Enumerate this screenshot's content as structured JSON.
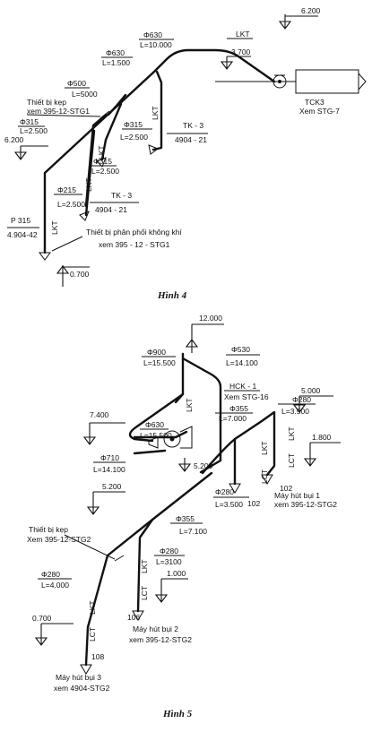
{
  "figure4": {
    "caption": "Hình 4",
    "elevations": {
      "top": "6.200",
      "tank": "3.700",
      "left": "6.200",
      "bottom": "0.700"
    },
    "pipes": {
      "d630": "Φ630",
      "l10000": "L=10.000",
      "d630b": "Φ630",
      "l1500": "L=1.500",
      "d500": "Φ500",
      "l5000": "L=5000",
      "d315a": "Φ315",
      "l2500a": "L=2.500",
      "d315b": "Φ315",
      "l2500b": "L=2.500",
      "d315c": "Φ315",
      "l2500c": "L=2.500",
      "d215": "Φ215",
      "l2500d": "L=2.500"
    },
    "lkt": "LKT",
    "notes": {
      "clamp1": "Thiết bị kẹp",
      "clamp2": "xem 395-12-STG1",
      "tank1": "TCK3",
      "tank2": "Xem STG-7",
      "tk3a1": "TK - 3",
      "tk3a2": "4904 - 21",
      "tk3b1": "TK - 3",
      "tk3b2": "4904 - 21",
      "p315a": "P 315",
      "p315b": "4.904-42",
      "dist1": "Thiết bị phân phối không khí",
      "dist2": "xem 395 - 12 - STG1"
    }
  },
  "figure5": {
    "caption": "Hình 5",
    "elevations": {
      "top": "12.000",
      "e7400": "7.400",
      "e5200a": "5.200",
      "e5000": "5.000",
      "e1800": "1.800",
      "e5200b": "5.200",
      "e1000": "1.000",
      "e0700": "0.700"
    },
    "pipes": {
      "d900": "Φ900",
      "l15500a": "L=15.500",
      "d530": "Φ530",
      "l14100a": "L=14.100",
      "d630": "Φ630",
      "l15500b": "L=15.500",
      "d710": "Φ710",
      "l14100b": "L=14.100",
      "d355a": "Φ355",
      "l7000": "L=7.000",
      "d280a": "Φ280",
      "l3500a": "L=3.500",
      "d280b": "Φ280",
      "l3500b": "L=3.500",
      "d355b": "Φ355",
      "l7100": "L=7.100",
      "d280c": "Φ280",
      "l3100": "L=3100",
      "d280d": "Φ280",
      "l4000": "L=4.000"
    },
    "lkt": "LKT",
    "lct": "LCT",
    "notes": {
      "hck1": "HCK - 1",
      "hck2": "Xem STG-16",
      "clamp1": "Thiết bị kẹp",
      "clamp2": "Xem 395-12-STG2",
      "dust1a": "Máy hút bụi 1",
      "dust1b": "xem 395-12-STG2",
      "dust2a": "Máy hút bụi 2",
      "dust2b": "xem 395-12-STG2",
      "dust3a": "Máy hút bụi 3",
      "dust3b": "xem 4904-STG2",
      "n102a": "102",
      "n102b": "102",
      "n106": "106",
      "n108": "108"
    }
  }
}
